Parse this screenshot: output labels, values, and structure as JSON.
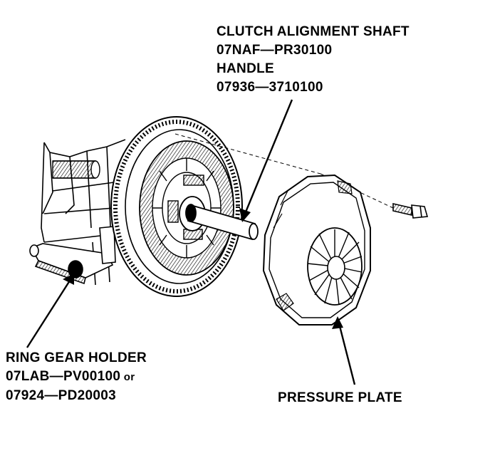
{
  "labels": {
    "shaft": {
      "line1": "CLUTCH ALIGNMENT SHAFT",
      "line2": "07NAF—PR30100",
      "line3": "HANDLE",
      "line4": "07936—3710100"
    },
    "holder": {
      "line1": "RING GEAR HOLDER",
      "line2_main": "07LAB—PV00100",
      "line2_suffix": " or",
      "line3": "07924—PD20003"
    },
    "plate": {
      "line1": "PRESSURE PLATE"
    }
  },
  "colors": {
    "ink": "#000000",
    "paper": "#ffffff"
  }
}
